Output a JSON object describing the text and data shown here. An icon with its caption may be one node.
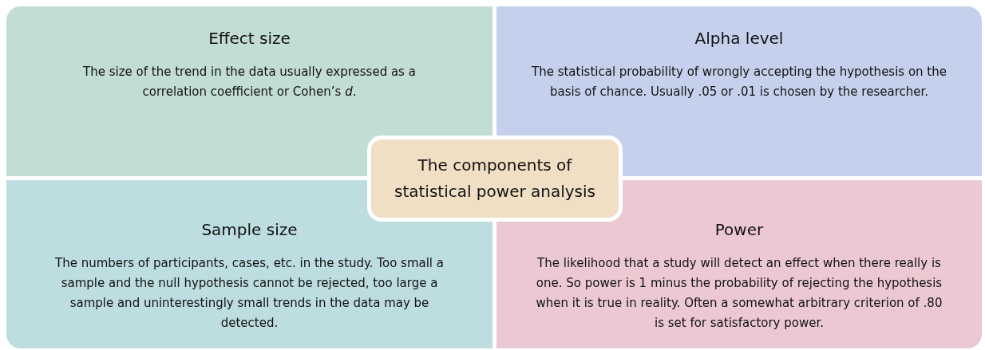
{
  "diagram": {
    "nodes": [
      {
        "text": [
          "Effect size",
          "The size of the trend in the data usually expressed as a correlation coefficient or Cohen’s *d*."
        ]
      },
      {
        "text": [
          "Alpha level",
          "The statistical probability of wrongly accepting the hypothesis on the basis of chance. Usually .05 or .01 is chosen by the researcher."
        ]
      },
      {
        "text": [
          "The components of statistical power analysis"
        ]
      },
      {
        "text": [
          "Sample size",
          "The numbers of participants, cases, etc. in the study. Too small a sample and the null hypothesis cannot be rejected, too large a sample and uninterestingly small trends in the data may be detected."
        ]
      },
      {
        "text": [
          "Power",
          "The likelihood that a study will detect an effect when there really is one. So power is 1 minus the probability of rejecting the hypothesis when it is true in reality. Often a somewhat arbitrary criterion of .80 is set for satisfactory power."
        ]
      }
    ]
  }
}
